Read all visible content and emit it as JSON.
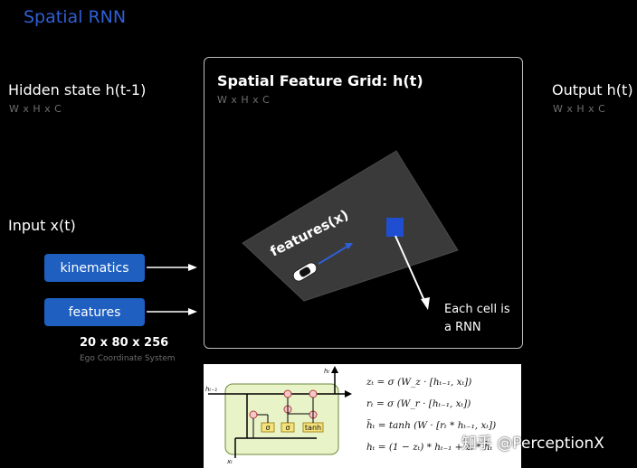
{
  "title": "Spatial RNN",
  "hidden_state": {
    "label": "Hidden state h(t-1)",
    "dims": "W x H x C"
  },
  "output": {
    "label": "Output h(t)",
    "dims": "W x H x C"
  },
  "grid": {
    "title": "Spatial Feature Grid: h(t)",
    "dims": "W x H x C",
    "features_label": "features(x)",
    "cell_note_line1": "Each cell is",
    "cell_note_line2": "a RNN"
  },
  "input": {
    "label": "Input x(t)",
    "buttons": [
      "kinematics",
      "features"
    ],
    "shape": "20 x 80 x 256",
    "coord_system": "Ego Coordinate System"
  },
  "gru": {
    "equations": [
      "zₜ = σ (W_z · [hₜ₋₁, xₜ])",
      "rₜ = σ (W_r · [hₜ₋₁, xₜ])",
      "h̃ₜ = tanh (W · [rₜ * hₜ₋₁, xₜ])",
      "hₜ = (1 − zₜ) * hₜ₋₁ + zₜ * h̃ₜ"
    ],
    "gate_labels": [
      "σ",
      "σ",
      "tanh"
    ],
    "io_labels": {
      "h_prev": "hₜ₋₁",
      "h_out": "hₜ",
      "x_in": "xₜ"
    }
  },
  "watermark": "知乎 @PerceptionX",
  "colors": {
    "title_blue": "#2f5fd6",
    "button_blue": "#1e5fc0",
    "cell_blue": "#1f4fd0",
    "gru_green": "#e8f3c8"
  }
}
